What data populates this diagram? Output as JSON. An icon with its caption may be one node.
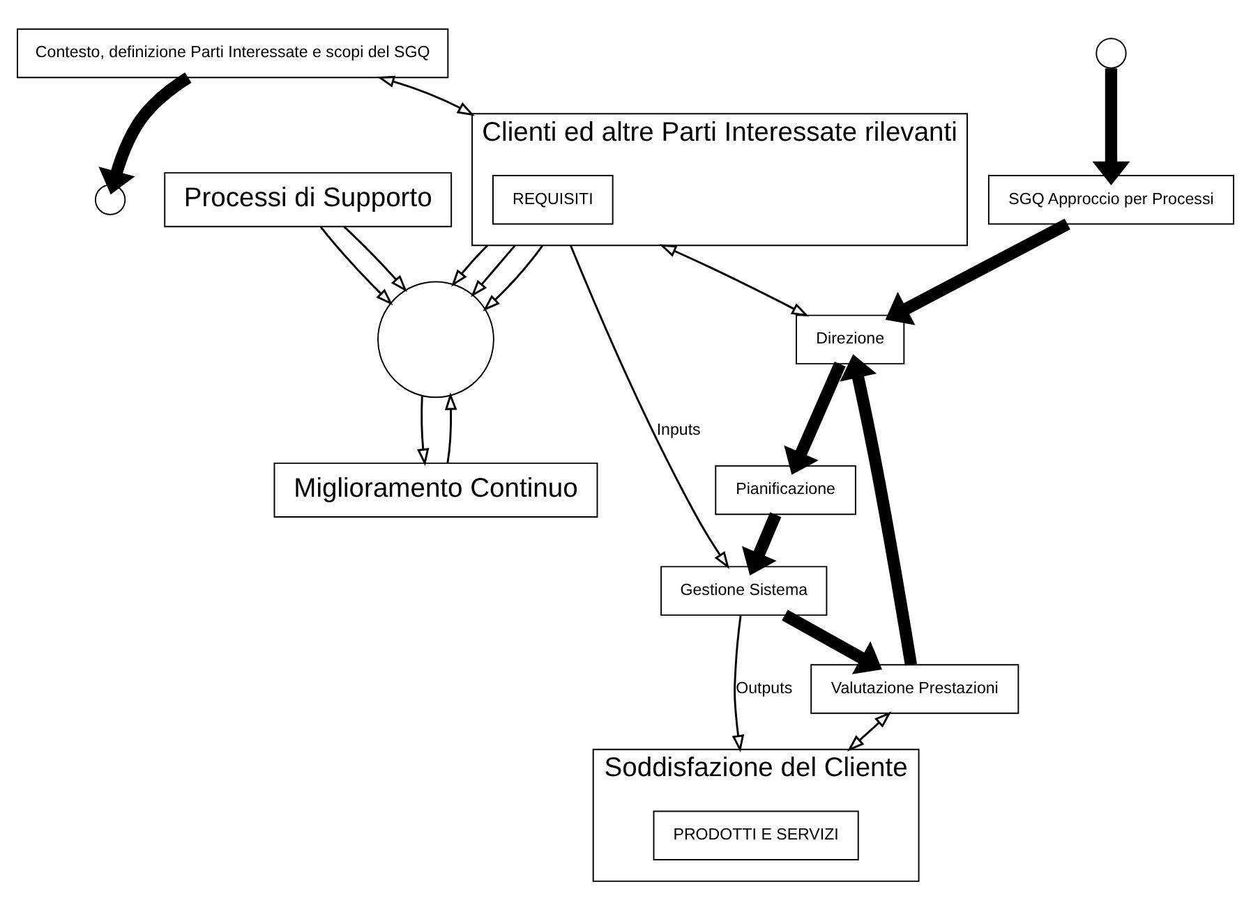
{
  "diagram": {
    "nodes": [
      {
        "text": [
          "Contesto, definizione Parti Interessate e scopi del SGQ"
        ]
      },
      {
        "text": [
          "Miglioramento Continuo"
        ]
      },
      {
        "text": [
          "Clienti ed altre Parti Interessate rilevanti"
        ]
      },
      {
        "text": [
          "REQUISITI"
        ],
        "in": 2
      },
      {
        "text": [],
        "shape": "circle"
      },
      {
        "text": [
          "Direzione"
        ]
      },
      {
        "text": [
          "SGQ Approccio per Processi"
        ]
      },
      {
        "text": [
          "Pianificazione"
        ]
      },
      {
        "text": [
          "Gestione Sistema"
        ]
      },
      {
        "text": [
          "Valutazione Prestazioni"
        ]
      },
      {
        "text": [],
        "shape": "circle"
      },
      {
        "text": [],
        "shape": "circle"
      },
      {
        "text": [
          "Soddisfazione del Cliente"
        ]
      },
      {
        "text": [
          "PRODOTTI E SERVIZI"
        ],
        "in": 12
      },
      {
        "text": [
          "Processi di Supporto"
        ]
      }
    ],
    "edges": [
      {
        "from": 0,
        "to": 2,
        "arrow": "both"
      },
      {
        "from": 0,
        "to": 11,
        "arrow": "to",
        "style": "thick"
      },
      {
        "from": 1,
        "to": 4,
        "arrow": "to"
      },
      {
        "from": 4,
        "to": 1,
        "arrow": "to"
      },
      {
        "from": 2,
        "to": 5,
        "arrow": "both"
      },
      {
        "from": 5,
        "to": 7,
        "arrow": "to",
        "style": "thick"
      },
      {
        "from": 7,
        "to": 8,
        "arrow": "to",
        "style": "thick"
      },
      {
        "from": 8,
        "to": 9,
        "arrow": "to",
        "style": "thick"
      },
      {
        "from": 9,
        "to": 5,
        "arrow": "to",
        "style": "thick"
      },
      {
        "from": 6,
        "to": 5,
        "arrow": "to",
        "style": "thick"
      },
      {
        "from": 10,
        "to": 6,
        "arrow": "to",
        "style": "thick"
      },
      {
        "from": 2,
        "to": 4,
        "arrow": "to"
      },
      {
        "from": 2,
        "to": 4,
        "arrow": "to"
      },
      {
        "from": 2,
        "to": 4,
        "arrow": "to"
      },
      {
        "from": 2,
        "to": 8,
        "label": "Inputs",
        "arrow": "to"
      },
      {
        "from": 8,
        "to": 12,
        "label": "Outputs",
        "arrow": "to"
      },
      {
        "from": 9,
        "to": 12,
        "arrow": "both"
      },
      {
        "from": 14,
        "to": 4,
        "arrow": "to"
      },
      {
        "from": 14,
        "to": 4,
        "arrow": "to"
      }
    ]
  }
}
